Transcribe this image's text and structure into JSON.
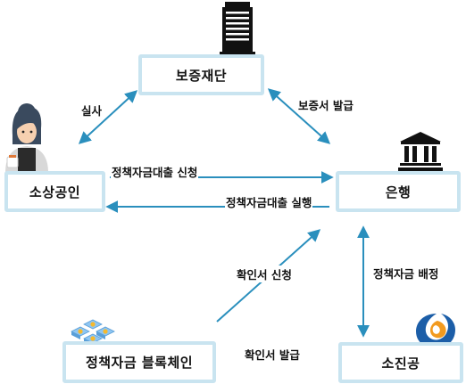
{
  "nodes": {
    "guarantee": "보증재단",
    "merchant": "소상공인",
    "bank": "은행",
    "blockchain": "정책자금 블록체인",
    "sojingong": "소진공"
  },
  "edges": {
    "inspection": "실사",
    "guarantee_issue": "보증서 발급",
    "loan_apply": "정책자금대출 신청",
    "loan_execute": "정책자금대출 실행",
    "confirm_request": "확인서 신청",
    "confirm_issue": "확인서 발급",
    "fund_allocation": "정책자금 배정"
  },
  "colors": {
    "arrow": "#2a8fbd",
    "box_border": "#c9e4f0",
    "sojingong_blue": "#1c5ea8",
    "sojingong_orange": "#f29a1f"
  },
  "icons": {
    "guarantee": "office-building-icon",
    "merchant": "barista-person-icon",
    "bank": "bank-building-icon",
    "blockchain": "blockchain-blocks-icon",
    "sojingong": "sojingong-logo-icon"
  }
}
